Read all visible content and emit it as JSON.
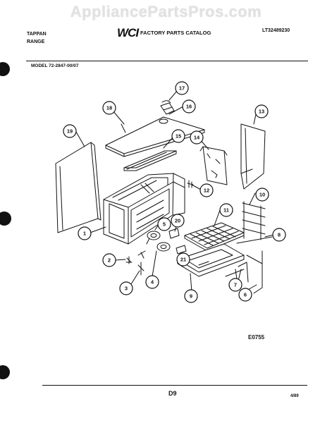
{
  "watermark": "AppliancePartsPros.com",
  "header": {
    "brand": "TAPPAN",
    "product": "RANGE",
    "logo_text": "WCI",
    "catalog_title": "FACTORY PARTS CATALOG",
    "catalog_number": "LT32489230",
    "model": "MODEL 72-2847-00/07"
  },
  "diagram": {
    "callouts": [
      "17",
      "16",
      "18",
      "15",
      "13",
      "14",
      "19",
      "12",
      "10",
      "11",
      "1",
      "5",
      "20",
      "8",
      "21",
      "2",
      "4",
      "9",
      "7",
      "3",
      "6"
    ],
    "code": "E0755"
  },
  "footer": {
    "page": "D9",
    "date": "4/89"
  }
}
